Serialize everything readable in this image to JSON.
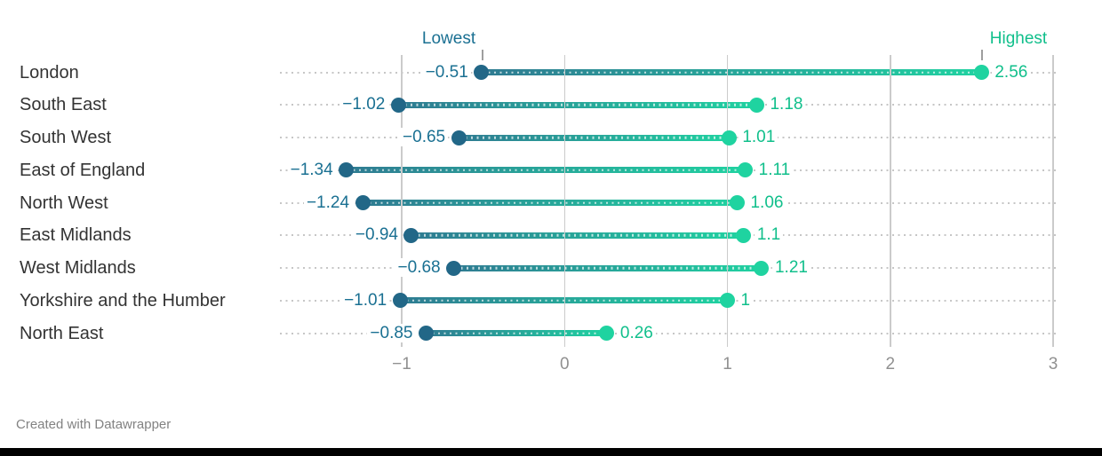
{
  "annotations": {
    "lowest_label": "Lowest",
    "highest_label": "Highest"
  },
  "footer": {
    "text": "Created with Datawrapper"
  },
  "colors": {
    "low": "#1a7092",
    "low_dot": "#226787",
    "high": "#10bf8b",
    "high_dot": "#1fd3a0",
    "bar_gradient_start": "#2f7b92",
    "bar_gradient_end": "#20d2a1",
    "grid": "#cbcbcb",
    "leader": "#c6c6c6",
    "tick": "#9e9e9e",
    "row_label": "#333333",
    "axis_label": "#909090",
    "footer": "#828282"
  },
  "chart_data": {
    "type": "range",
    "subtype": "horizontal dumbbell / range plot with lowest-highest endpoints",
    "title": "",
    "categories": [
      "London",
      "South East",
      "South West",
      "East of England",
      "North West",
      "East Midlands",
      "West Midlands",
      "Yorkshire and the Humber",
      "North East"
    ],
    "series": [
      {
        "name": "Lowest",
        "values": [
          -0.51,
          -1.02,
          -0.65,
          -1.34,
          -1.24,
          -0.94,
          -0.68,
          -1.01,
          -0.85
        ]
      },
      {
        "name": "Highest",
        "values": [
          2.56,
          1.18,
          1.01,
          1.11,
          1.06,
          1.1,
          1.21,
          1,
          0.26
        ]
      }
    ],
    "value_labels": {
      "lowest": [
        "−0.51",
        "−1.02",
        "−0.65",
        "−1.34",
        "−1.24",
        "−0.94",
        "−0.68",
        "−1.01",
        "−0.85"
      ],
      "highest": [
        "2.56",
        "1.18",
        "1.01",
        "1.11",
        "1.06",
        "1.1",
        "1.21",
        "1",
        "0.26"
      ]
    },
    "x_axis": {
      "tick_values": [
        -1,
        0,
        1,
        2,
        3
      ],
      "tick_labels": [
        "−1",
        "0",
        "1",
        "2",
        "3"
      ],
      "range_displayed": [
        -1.75,
        3.02
      ],
      "grid": true
    },
    "legend": {
      "position": "top, above first row with connector ticks",
      "entries": [
        "Lowest",
        "Highest"
      ]
    },
    "source_note": "Created with Datawrapper"
  }
}
